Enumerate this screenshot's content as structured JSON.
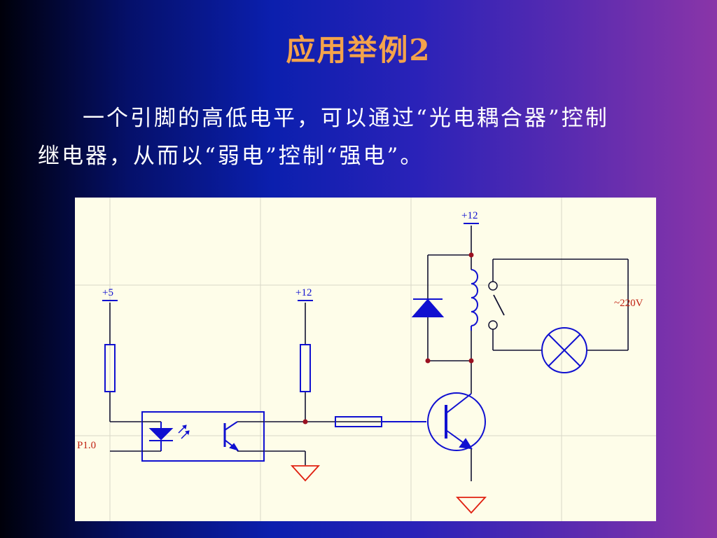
{
  "slide": {
    "title": "应用举例2",
    "paragraph_line1": "一个引脚的高低电平，可以通过“光电耦合器”控制",
    "paragraph_line2": "继电器，从而以“弱电”控制“强电”。"
  },
  "diagram": {
    "label_plus5": "+5",
    "label_plus12_left": "+12",
    "label_plus12_top": "+12",
    "label_ac": "~220V",
    "label_pin": "P1.0"
  },
  "colors": {
    "title": "#f4a34b",
    "text": "#ffffff",
    "panel_bg": "#fefde9",
    "component_blue": "#1010d0",
    "wire": "#101030",
    "ground_red": "#e02010",
    "junction": "#9a1020",
    "label_red": "#c02010"
  }
}
